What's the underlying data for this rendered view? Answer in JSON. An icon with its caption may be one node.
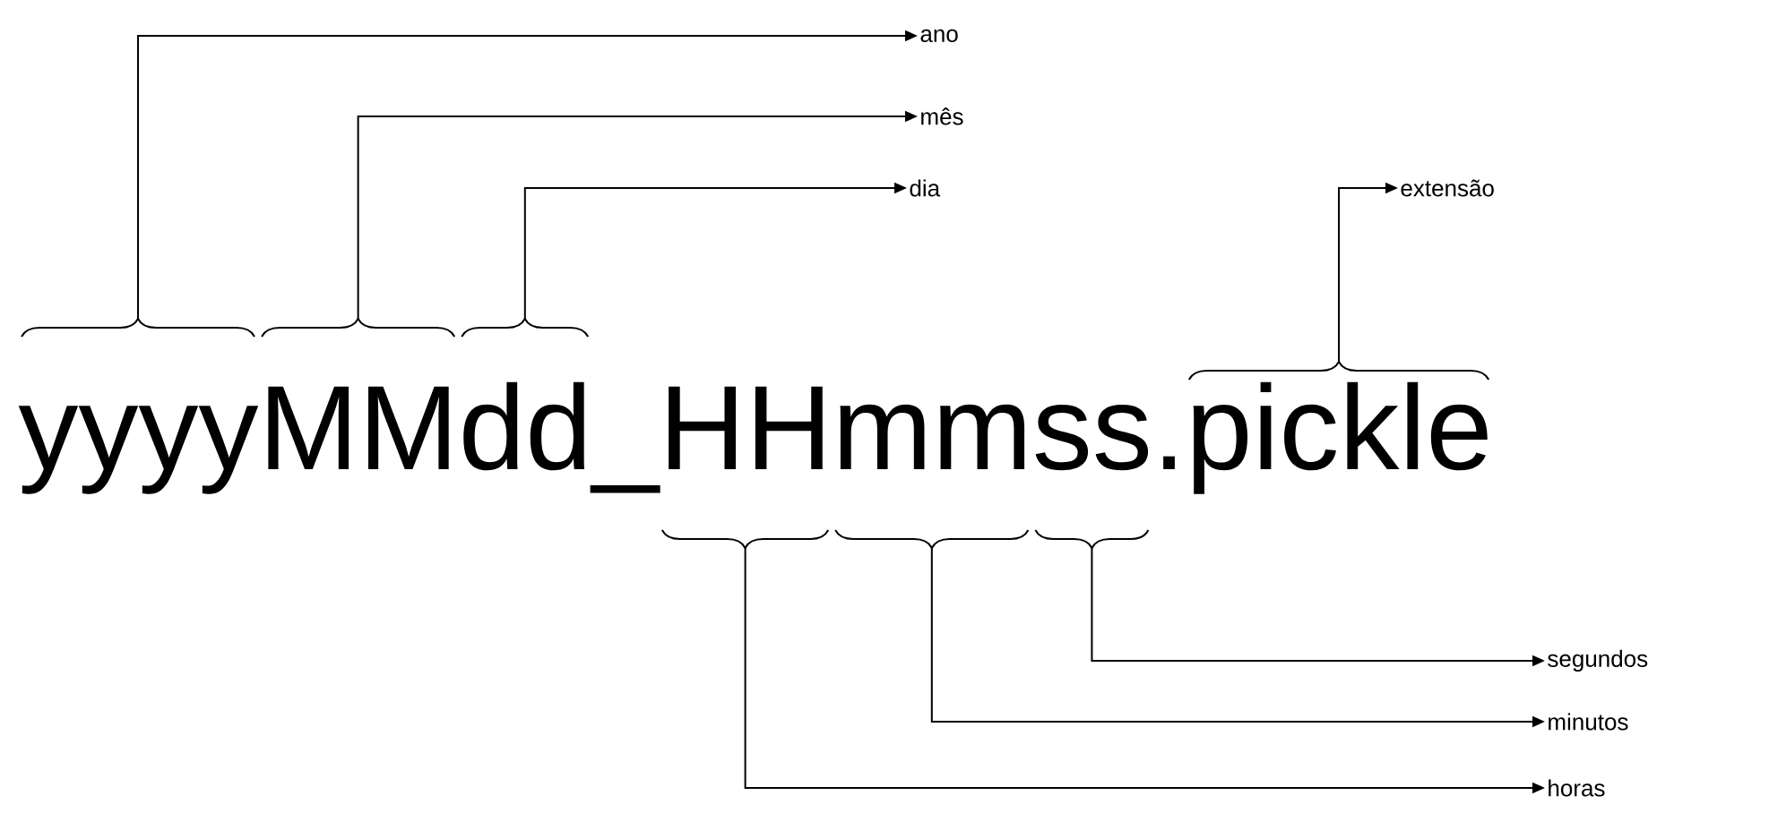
{
  "diagram": {
    "nodes": [
      {
        "text": [
          "ano"
        ]
      },
      {
        "text": [
          "mês"
        ]
      },
      {
        "text": [
          "dia"
        ]
      },
      {
        "text": [
          "extensão"
        ]
      },
      {
        "text": [
          "segundos"
        ]
      },
      {
        "text": [
          "minutos"
        ]
      },
      {
        "text": [
          "horas"
        ]
      }
    ],
    "edges": [
      {
        "from": null,
        "to": 0,
        "arrow": "to"
      },
      {
        "from": null,
        "to": 1,
        "arrow": "to"
      },
      {
        "from": null,
        "to": 2,
        "arrow": "to"
      },
      {
        "from": null,
        "to": 3,
        "arrow": "to"
      },
      {
        "from": null,
        "to": 4,
        "arrow": "to"
      },
      {
        "from": null,
        "to": 5,
        "arrow": "to"
      },
      {
        "from": null,
        "to": 6,
        "arrow": "to"
      }
    ],
    "labels": [
      "yyyyMMdd_HHmmss.pickle"
    ]
  }
}
